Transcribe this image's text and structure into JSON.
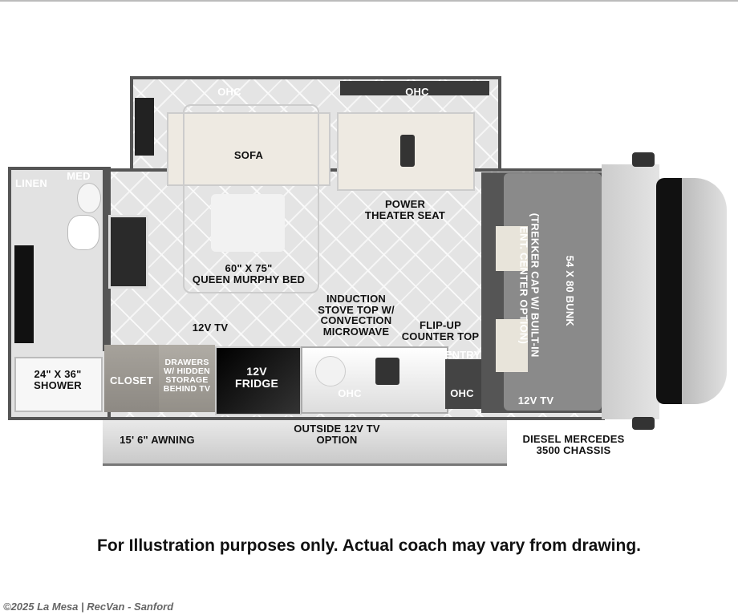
{
  "floorplan": {
    "labels": {
      "ohc_top_left": "OHC",
      "ohc_top_right": "OHC",
      "sofa": "SOFA",
      "power_theater_seat": "POWER\nTHEATER SEAT",
      "linen": "LINEN",
      "med": "MED",
      "murphy_bed": "60\" X 75\"\nQUEEN MURPHY BED",
      "induction_stove": "INDUCTION\nSTOVE TOP W/\nCONVECTION\nMICROWAVE",
      "flip_up_counter": "FLIP-UP\nCOUNTER TOP",
      "entry": "ENTRY",
      "tv_12v_rear": "12V TV",
      "shower": "24\" X 36\"\nSHOWER",
      "closet": "CLOSET",
      "drawers": "DRAWERS\nW/ HIDDEN\nSTORAGE\nBEHIND TV",
      "fridge": "12V\nFRIDGE",
      "ohc_galley": "OHC",
      "ohc_entry": "OHC",
      "bunk": "54 X 80 BUNK",
      "bunk_note": "(TREKKER CAP W/ BUILT-IN\nENT. CENTER OPTION)",
      "tv_12v_cab": "12V TV",
      "awning": "15' 6\" AWNING",
      "outside_tv": "OUTSIDE 12V TV\nOPTION",
      "chassis": "DIESEL MERCEDES\n3500 CHASSIS"
    }
  },
  "disclaimer": "For Illustration purposes only.  Actual coach may vary from drawing.",
  "copyright": "©2025 La Mesa | RecVan - Sanford"
}
